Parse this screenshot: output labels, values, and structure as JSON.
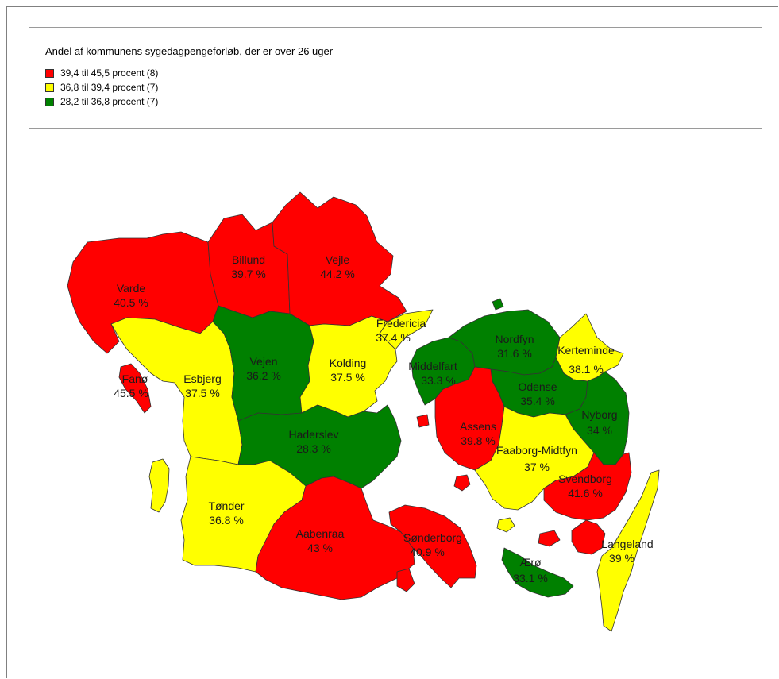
{
  "legend": {
    "title": "Andel af kommunens sygedagpengeforløb, der er over 26 uger",
    "items": [
      {
        "label": "39,4 til 45,5 procent  (8)",
        "color": "#ff0000"
      },
      {
        "label": "36,8 til 39,4 procent  (7)",
        "color": "#ffff00"
      },
      {
        "label": "28,2 til 36,8 procent  (7)",
        "color": "#008000"
      }
    ]
  },
  "municipalities": [
    {
      "id": "varde",
      "name": "Varde",
      "value": "40.5 %"
    },
    {
      "id": "billund",
      "name": "Billund",
      "value": "39.7 %"
    },
    {
      "id": "vejle",
      "name": "Vejle",
      "value": "44.2 %"
    },
    {
      "id": "fredericia",
      "name": "Fredericia",
      "value": "37.4 %"
    },
    {
      "id": "fanoe",
      "name": "Fanø",
      "value": "45.5 %"
    },
    {
      "id": "esbjerg",
      "name": "Esbjerg",
      "value": "37.5 %"
    },
    {
      "id": "vejen",
      "name": "Vejen",
      "value": "36.2 %"
    },
    {
      "id": "kolding",
      "name": "Kolding",
      "value": "37.5 %"
    },
    {
      "id": "middelfart",
      "name": "Middelfart",
      "value": "33.3 %"
    },
    {
      "id": "nordfyn",
      "name": "Nordfyn",
      "value": "31.6 %"
    },
    {
      "id": "kerteminde",
      "name": "Kerteminde",
      "value": "38.1 %"
    },
    {
      "id": "odense",
      "name": "Odense",
      "value": "35.4 %"
    },
    {
      "id": "nyborg",
      "name": "Nyborg",
      "value": "34 %"
    },
    {
      "id": "assens",
      "name": "Assens",
      "value": "39.8 %"
    },
    {
      "id": "haderslev",
      "name": "Haderslev",
      "value": "28.3 %"
    },
    {
      "id": "faaborg",
      "name": "Faaborg-Midtfyn",
      "value": "37 %"
    },
    {
      "id": "svendborg",
      "name": "Svendborg",
      "value": "41.6 %"
    },
    {
      "id": "toender",
      "name": "Tønder",
      "value": "36.8 %"
    },
    {
      "id": "aabenraa",
      "name": "Aabenraa",
      "value": "43 %"
    },
    {
      "id": "soenderborg",
      "name": "Sønderborg",
      "value": "40.9 %"
    },
    {
      "id": "langeland",
      "name": "Langeland",
      "value": "39 %"
    },
    {
      "id": "aeroe",
      "name": "Ærø",
      "value": "33.1 %"
    }
  ]
}
